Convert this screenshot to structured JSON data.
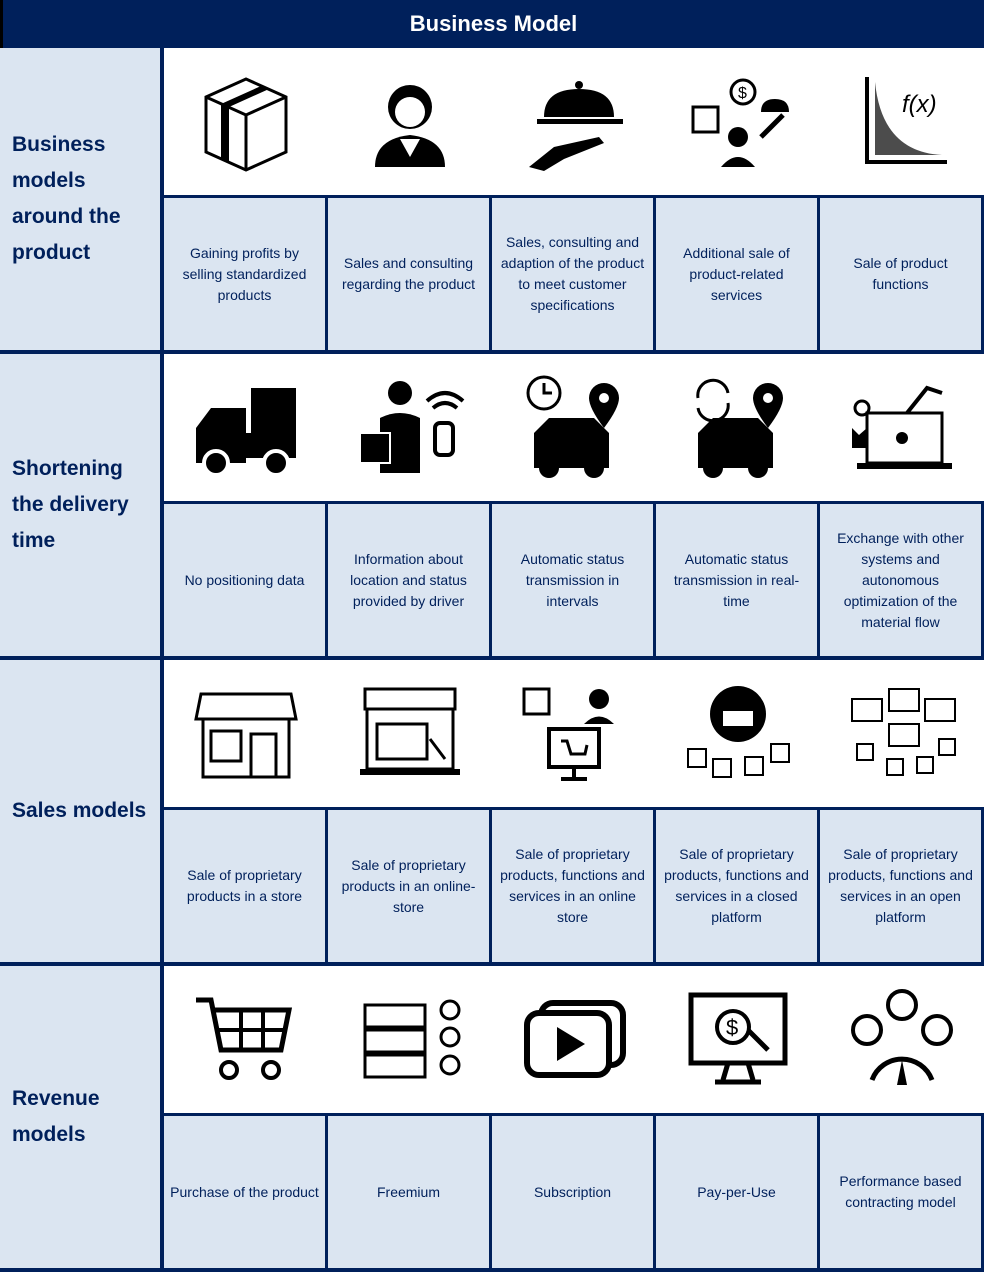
{
  "title": "Business Model",
  "rows": [
    {
      "label": "Business models around the product",
      "icons": [
        "package-box-icon",
        "support-agent-icon",
        "serving-tray-icon",
        "product-service-icon",
        "function-graph-icon"
      ],
      "cells": [
        "Gaining profits by selling standardized products",
        "Sales and consulting regarding the product",
        "Sales, consulting and adaption of the product to meet customer specifications",
        "Additional sale of product-related services",
        "Sale of product functions"
      ]
    },
    {
      "label": "Shortening the delivery time",
      "icons": [
        "delivery-truck-icon",
        "courier-phone-icon",
        "truck-clock-location-icon",
        "truck-realtime-location-icon",
        "smart-factory-icon"
      ],
      "cells": [
        "No positioning data",
        "Information about location and status provided by driver",
        "Automatic status transmission in intervals",
        "Automatic status transmission in real-time",
        "Exchange with other systems and autonomous optimization of the material flow"
      ]
    },
    {
      "label": "Sales models",
      "icons": [
        "store-icon",
        "online-store-icon",
        "online-shop-service-icon",
        "closed-platform-icon",
        "open-platform-icon"
      ],
      "cells": [
        "Sale of proprietary products in a store",
        "Sale of proprietary products in an online-store",
        "Sale of proprietary products, functions and services in an online store",
        "Sale of proprietary products, functions and services in a closed platform",
        "Sale of proprietary products, functions and services in an open platform"
      ]
    },
    {
      "label": "Revenue models",
      "icons": [
        "shopping-cart-icon",
        "building-blocks-dollar-icon",
        "video-play-icon",
        "pay-per-use-monitor-icon",
        "performance-gauge-icon"
      ],
      "cells": [
        "Purchase of the product",
        "Freemium",
        "Subscription",
        "Pay-per-Use",
        "Performance based contracting model"
      ]
    }
  ]
}
